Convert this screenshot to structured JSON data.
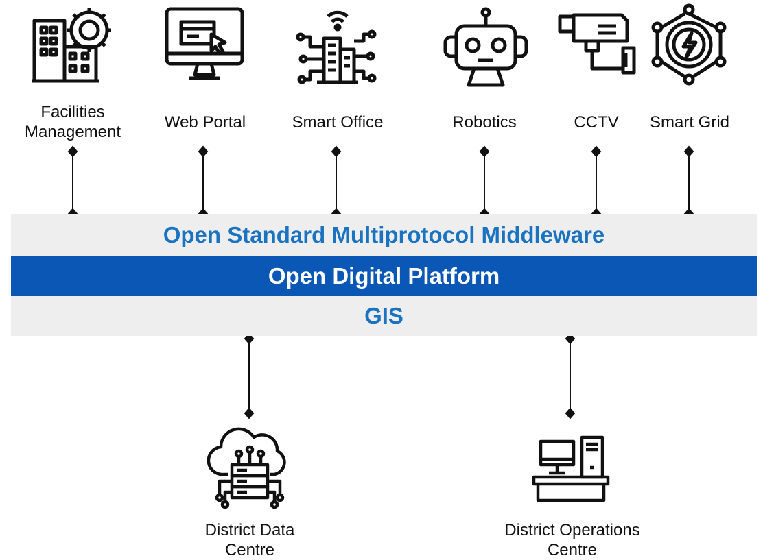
{
  "nodes_top": [
    {
      "id": "facilities",
      "label_lines": [
        "Facilities",
        "Management"
      ],
      "icon": "building-gear-icon"
    },
    {
      "id": "webportal",
      "label_lines": [
        "Web Portal"
      ],
      "icon": "monitor-cursor-icon"
    },
    {
      "id": "smartoffice",
      "label_lines": [
        "Smart Office"
      ],
      "icon": "smart-building-icon"
    },
    {
      "id": "robotics",
      "label_lines": [
        "Robotics"
      ],
      "icon": "robot-icon"
    },
    {
      "id": "cctv",
      "label_lines": [
        "CCTV"
      ],
      "icon": "cctv-camera-icon"
    },
    {
      "id": "smartgrid",
      "label_lines": [
        "Smart Grid"
      ],
      "icon": "energy-network-icon"
    }
  ],
  "bands": {
    "middleware": "Open Standard Multiprotocol Middleware",
    "platform": "Open Digital Platform",
    "gis": "GIS"
  },
  "nodes_bottom": [
    {
      "id": "datacentre",
      "label_lines": [
        "District Data",
        "Centre"
      ],
      "icon": "cloud-server-icon"
    },
    {
      "id": "opscentre",
      "label_lines": [
        "District Operations",
        "Centre"
      ],
      "icon": "workstation-desk-icon"
    }
  ],
  "colors": {
    "band_grey": "#eeeeee",
    "band_blue": "#0b57b5",
    "text_blue": "#1a73c0",
    "line": "#111111"
  }
}
